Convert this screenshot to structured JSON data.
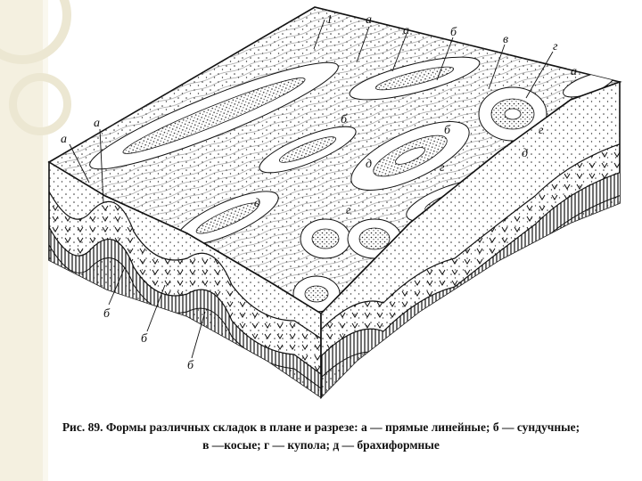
{
  "labels": {
    "top": [
      "1",
      "а",
      "а",
      "б",
      "в",
      "г"
    ],
    "left": [
      "а",
      "а"
    ],
    "surface": [
      "б",
      "б",
      "д",
      "д",
      "г",
      "г",
      "д",
      "г",
      "а"
    ],
    "section": [
      "б",
      "б",
      "б"
    ]
  },
  "caption": {
    "line1": "Рис. 89. Формы различных складок в плане и разрезе: а — прямые линейные; б — сундучные;",
    "line2": "в —косые; г — купола; д — брахиформные"
  }
}
